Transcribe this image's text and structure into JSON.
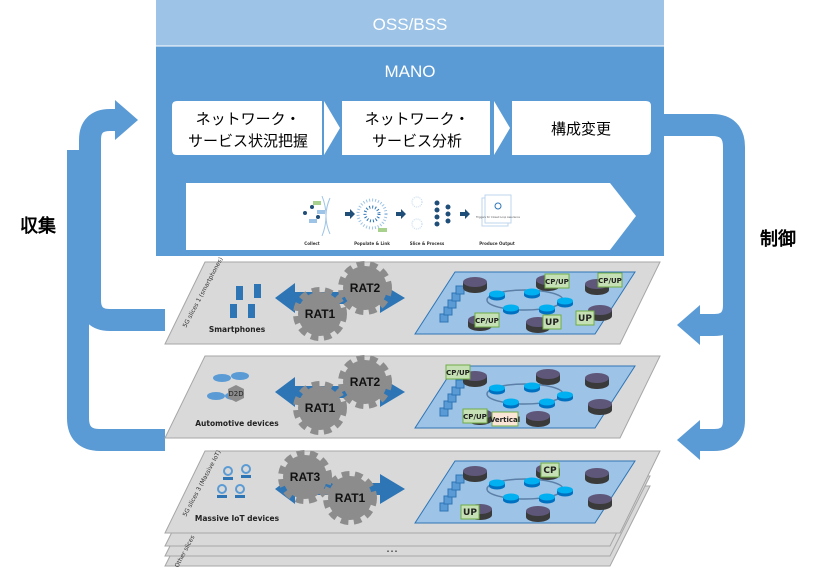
{
  "header": {
    "oss_bss": "OSS/BSS",
    "mano": "MANO"
  },
  "steps": [
    {
      "line1": "ネットワーク・",
      "line2": "サービス状況把握"
    },
    {
      "line1": "ネットワーク・",
      "line2": "サービス分析"
    },
    {
      "line1": "構成変更",
      "line2": ""
    }
  ],
  "pipeline": {
    "stages": [
      "Collect",
      "Populate & Link",
      "Slice & Process",
      "Produce Output"
    ],
    "output_note": "Triggers for Closed Loop Assurance"
  },
  "side_labels": {
    "left": "収集",
    "right": "制御"
  },
  "slices": [
    {
      "tag": "5G slices 1 (smartphones)",
      "device": "Smartphones",
      "rats": [
        "RAT2",
        "RAT1"
      ],
      "functions": [
        "CP/UP",
        "CP/UP",
        "CP/UP",
        "UP",
        "UP"
      ]
    },
    {
      "tag": "",
      "device": "Automotive devices",
      "badge": "D2D",
      "rats": [
        "RAT2",
        "RAT1"
      ],
      "functions": [
        "CP/UP",
        "CP/UP",
        "Vertical"
      ]
    },
    {
      "tag": "5G slices 3 (Massive IoT)",
      "device": "Massive IoT devices",
      "rats": [
        "RAT3",
        "RAT1"
      ],
      "functions": [
        "CP",
        "UP"
      ]
    }
  ],
  "other": {
    "tag": "Other slices",
    "ellipsis": "…"
  },
  "colors": {
    "oss": "#9dc3e6",
    "mano": "#5b9bd5",
    "arrow": "#5b9bd5",
    "slice": "#d9d9d9",
    "network": "#9dc3e6",
    "rat_arrow": "#2e75b6",
    "gear": "#8c8c8c",
    "function_box": "#c5e0b4"
  }
}
